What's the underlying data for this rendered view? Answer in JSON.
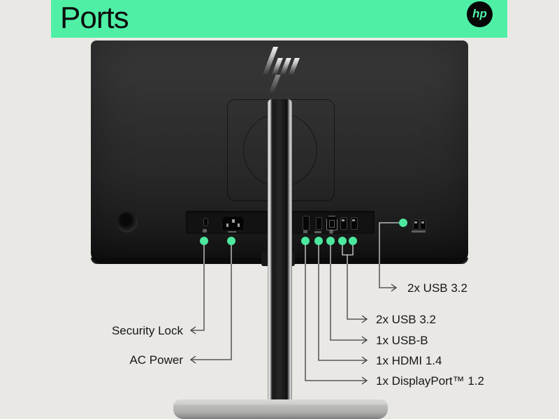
{
  "header": {
    "title": "Ports",
    "logo_text": "hp"
  },
  "callouts": {
    "security_lock": "Security Lock",
    "ac_power": "AC Power",
    "side_usb": "2x USB 3.2",
    "rear_usb": "2x USB 3.2",
    "usb_b": "1x USB-B",
    "hdmi": "1x HDMI 1.4",
    "displayport": "1x DisplayPort™ 1.2"
  },
  "ports": {
    "rear": [
      "security-lock-slot",
      "ac-power-inlet",
      "displayport-port",
      "hdmi-port",
      "usb-b-port",
      "usb-a-port-1",
      "usb-a-port-2"
    ],
    "side": [
      "side-usb-port-1",
      "side-usb-port-2"
    ],
    "other": [
      "osd-joystick-button"
    ]
  },
  "colors": {
    "background": "#e9e8e5",
    "header_green": "#4ff0a6",
    "dot_green": "#4ce89e",
    "line_dark": "#3c3c3c",
    "line_light": "#d8d8d8",
    "text": "#161616",
    "monitor_dark": "#262626"
  }
}
